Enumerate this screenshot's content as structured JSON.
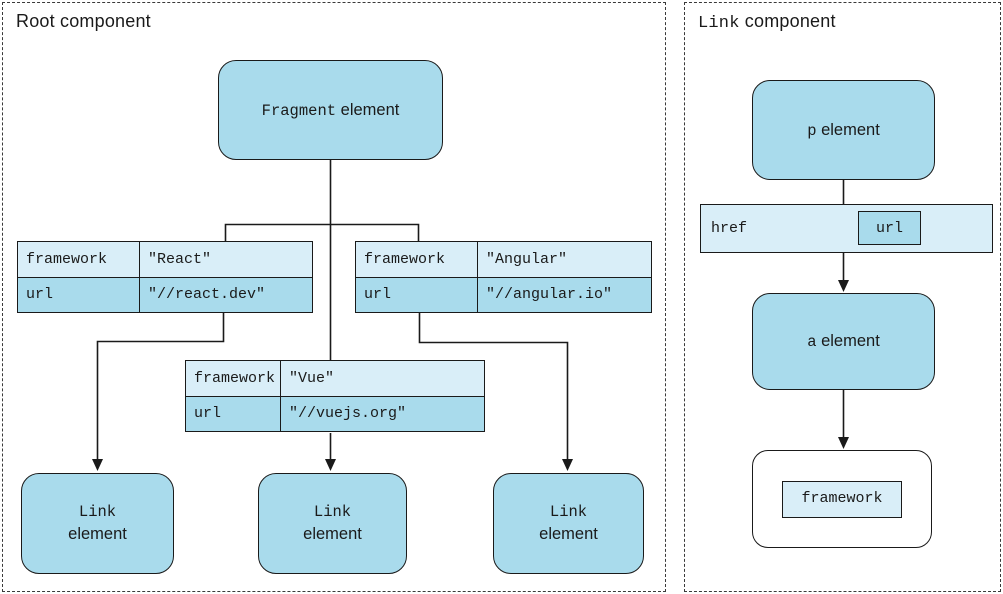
{
  "colors": {
    "node_fill": "#a9dbec",
    "row_light": "#d9eef8",
    "row_dark": "#a9dbec",
    "border": "#1a1a1a",
    "panel_dash": "#3a3a3a",
    "background": "#ffffff"
  },
  "root_panel": {
    "title": "Root component",
    "fragment_node": {
      "code": "Fragment",
      "plain": " element"
    },
    "tables": [
      {
        "id": "react",
        "rows": [
          {
            "key": "framework",
            "value": "\"React\""
          },
          {
            "key": "url",
            "value": "\"//react.dev\""
          }
        ]
      },
      {
        "id": "angular",
        "rows": [
          {
            "key": "framework",
            "value": "\"Angular\""
          },
          {
            "key": "url",
            "value": "\"//angular.io\""
          }
        ]
      },
      {
        "id": "vue",
        "rows": [
          {
            "key": "framework",
            "value": "\"Vue\""
          },
          {
            "key": "url",
            "value": "\"//vuejs.org\""
          }
        ]
      }
    ],
    "link_nodes": [
      {
        "code": "Link",
        "plain": "element"
      },
      {
        "code": "Link",
        "plain": "element"
      },
      {
        "code": "Link",
        "plain": "element"
      }
    ]
  },
  "link_panel": {
    "title_code": "Link",
    "title_plain": " component",
    "p_node": {
      "code": "p",
      "plain": " element"
    },
    "href_bar": {
      "label": "href",
      "chip": "url"
    },
    "a_node": {
      "code": "a",
      "plain": " element"
    },
    "framework_chip": "framework"
  }
}
